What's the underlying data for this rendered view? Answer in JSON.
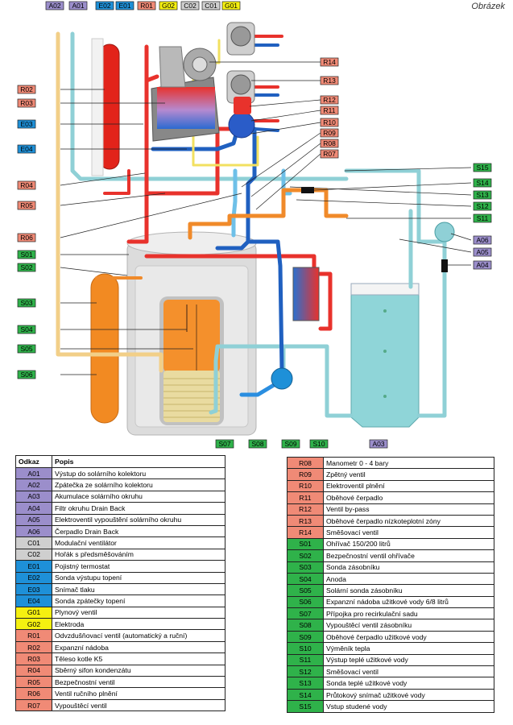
{
  "title": "Obrázek",
  "colors": {
    "A": "#9b8ecb",
    "C": "#cfcfcf",
    "E": "#1e90d8",
    "G": "#f5f010",
    "R": "#f08a76",
    "S": "#2fb24a",
    "hot": "#e8322c",
    "hot_water": "#f08a2a",
    "cold": "#2070c8",
    "solar_cold": "#8fd0d6",
    "solar_hot": "#f2cf88",
    "gas": "#f2e060",
    "tank_water": "#8fd5d8",
    "storage": "#d9d9d9"
  },
  "labels": {
    "top": [
      "A02",
      "A01",
      "E02",
      "E01",
      "R01",
      "G02",
      "C02",
      "C01",
      "G01"
    ],
    "left": [
      "R02",
      "R03",
      "E03",
      "E04",
      "R04",
      "R05",
      "R06",
      "S01",
      "S02",
      "S03",
      "S04",
      "S05",
      "S06"
    ],
    "right": [
      "R14",
      "R13",
      "R12",
      "R11",
      "R10",
      "R09",
      "R08",
      "R07",
      "S15",
      "S14",
      "S13",
      "S12",
      "S11",
      "A06",
      "A05",
      "A04"
    ],
    "bottom": [
      "S07",
      "S08",
      "S09",
      "S10",
      "A03"
    ]
  },
  "legend": {
    "header_code": "Odkaz",
    "header_desc": "Popis",
    "left": [
      {
        "code": "A01",
        "desc": "Výstup do solárního kolektoru"
      },
      {
        "code": "A02",
        "desc": "Zpátečka ze solárního kolektoru"
      },
      {
        "code": "A03",
        "desc": "Akumulace solárního okruhu"
      },
      {
        "code": "A04",
        "desc": "Filtr okruhu Drain Back"
      },
      {
        "code": "A05",
        "desc": "Elektroventil vypouštění solárního okruhu"
      },
      {
        "code": "A06",
        "desc": "Čerpadlo Drain Back"
      },
      {
        "code": "C01",
        "desc": "Modulační ventilátor"
      },
      {
        "code": "C02",
        "desc": "Hořák s předsměšováním"
      },
      {
        "code": "E01",
        "desc": "Pojistný termostat"
      },
      {
        "code": "E02",
        "desc": "Sonda výstupu topení"
      },
      {
        "code": "E03",
        "desc": "Snímač tlaku"
      },
      {
        "code": "E04",
        "desc": "Sonda zpátečky topení"
      },
      {
        "code": "G01",
        "desc": "Plynový ventil"
      },
      {
        "code": "G02",
        "desc": "Elektroda"
      },
      {
        "code": "R01",
        "desc": "Odvzdušňovací ventil (automatický a ruční)"
      },
      {
        "code": "R02",
        "desc": "Expanzní nádoba"
      },
      {
        "code": "R03",
        "desc": "Těleso kotle K5"
      },
      {
        "code": "R04",
        "desc": "Sběrný sifon kondenzátu"
      },
      {
        "code": "R05",
        "desc": "Bezpečnostní ventil"
      },
      {
        "code": "R06",
        "desc": "Ventil ručního plnění"
      },
      {
        "code": "R07",
        "desc": "Vypouštěcí ventil"
      }
    ],
    "right": [
      {
        "code": "R08",
        "desc": "Manometr 0 - 4 bary"
      },
      {
        "code": "R09",
        "desc": "Zpětný ventil"
      },
      {
        "code": "R10",
        "desc": "Elektroventil plnění"
      },
      {
        "code": "R11",
        "desc": "Oběhové čerpadlo"
      },
      {
        "code": "R12",
        "desc": "Ventil by-pass"
      },
      {
        "code": "R13",
        "desc": "Oběhové čerpadlo nízkoteplotní zóny"
      },
      {
        "code": "R14",
        "desc": "Směšovací ventil"
      },
      {
        "code": "S01",
        "desc": "Ohřívač 150/200 litrů"
      },
      {
        "code": "S02",
        "desc": "Bezpečnostní ventil ohřívače"
      },
      {
        "code": "S03",
        "desc": "Sonda zásobníku"
      },
      {
        "code": "S04",
        "desc": "Anoda"
      },
      {
        "code": "S05",
        "desc": "Solární sonda zásobníku"
      },
      {
        "code": "S06",
        "desc": "Expanzní nádoba užitkové vody 6/8 litrů"
      },
      {
        "code": "S07",
        "desc": "Přípojka pro recirkulační sadu"
      },
      {
        "code": "S08",
        "desc": "Vypouštěcí ventil zásobníku"
      },
      {
        "code": "S09",
        "desc": "Oběhové čerpadlo užitkové vody"
      },
      {
        "code": "S10",
        "desc": "Výměník tepla"
      },
      {
        "code": "S11",
        "desc": "Výstup teplé užitkové vody"
      },
      {
        "code": "S12",
        "desc": "Směšovací ventil"
      },
      {
        "code": "S13",
        "desc": "Sonda teplé užitkové vody"
      },
      {
        "code": "S14",
        "desc": "Průtokový snímač užitkové vody"
      },
      {
        "code": "S15",
        "desc": "Vstup studené vody"
      }
    ]
  }
}
